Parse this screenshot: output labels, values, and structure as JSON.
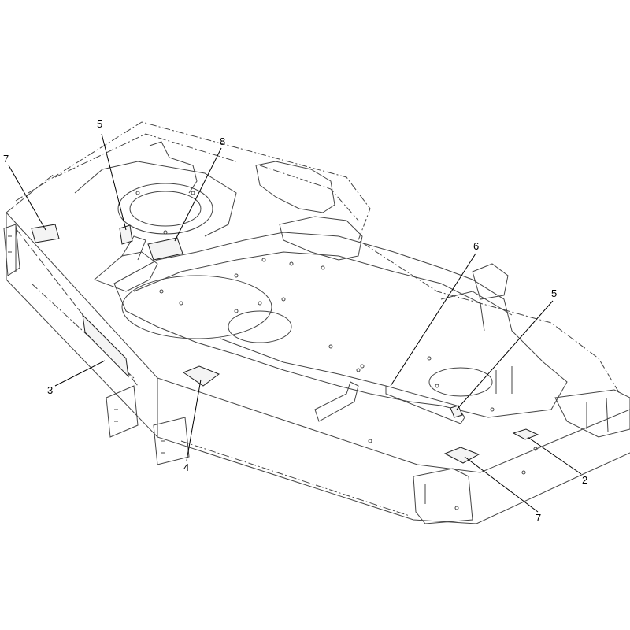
{
  "diagram": {
    "callouts": [
      {
        "id": "c5a",
        "label": "5"
      },
      {
        "id": "c8",
        "label": "8"
      },
      {
        "id": "c7a",
        "label": "7"
      },
      {
        "id": "c6",
        "label": "6"
      },
      {
        "id": "c5b",
        "label": "5"
      },
      {
        "id": "c3",
        "label": "3"
      },
      {
        "id": "c4",
        "label": "4"
      },
      {
        "id": "c2",
        "label": "2"
      },
      {
        "id": "c7b",
        "label": "7"
      }
    ]
  }
}
